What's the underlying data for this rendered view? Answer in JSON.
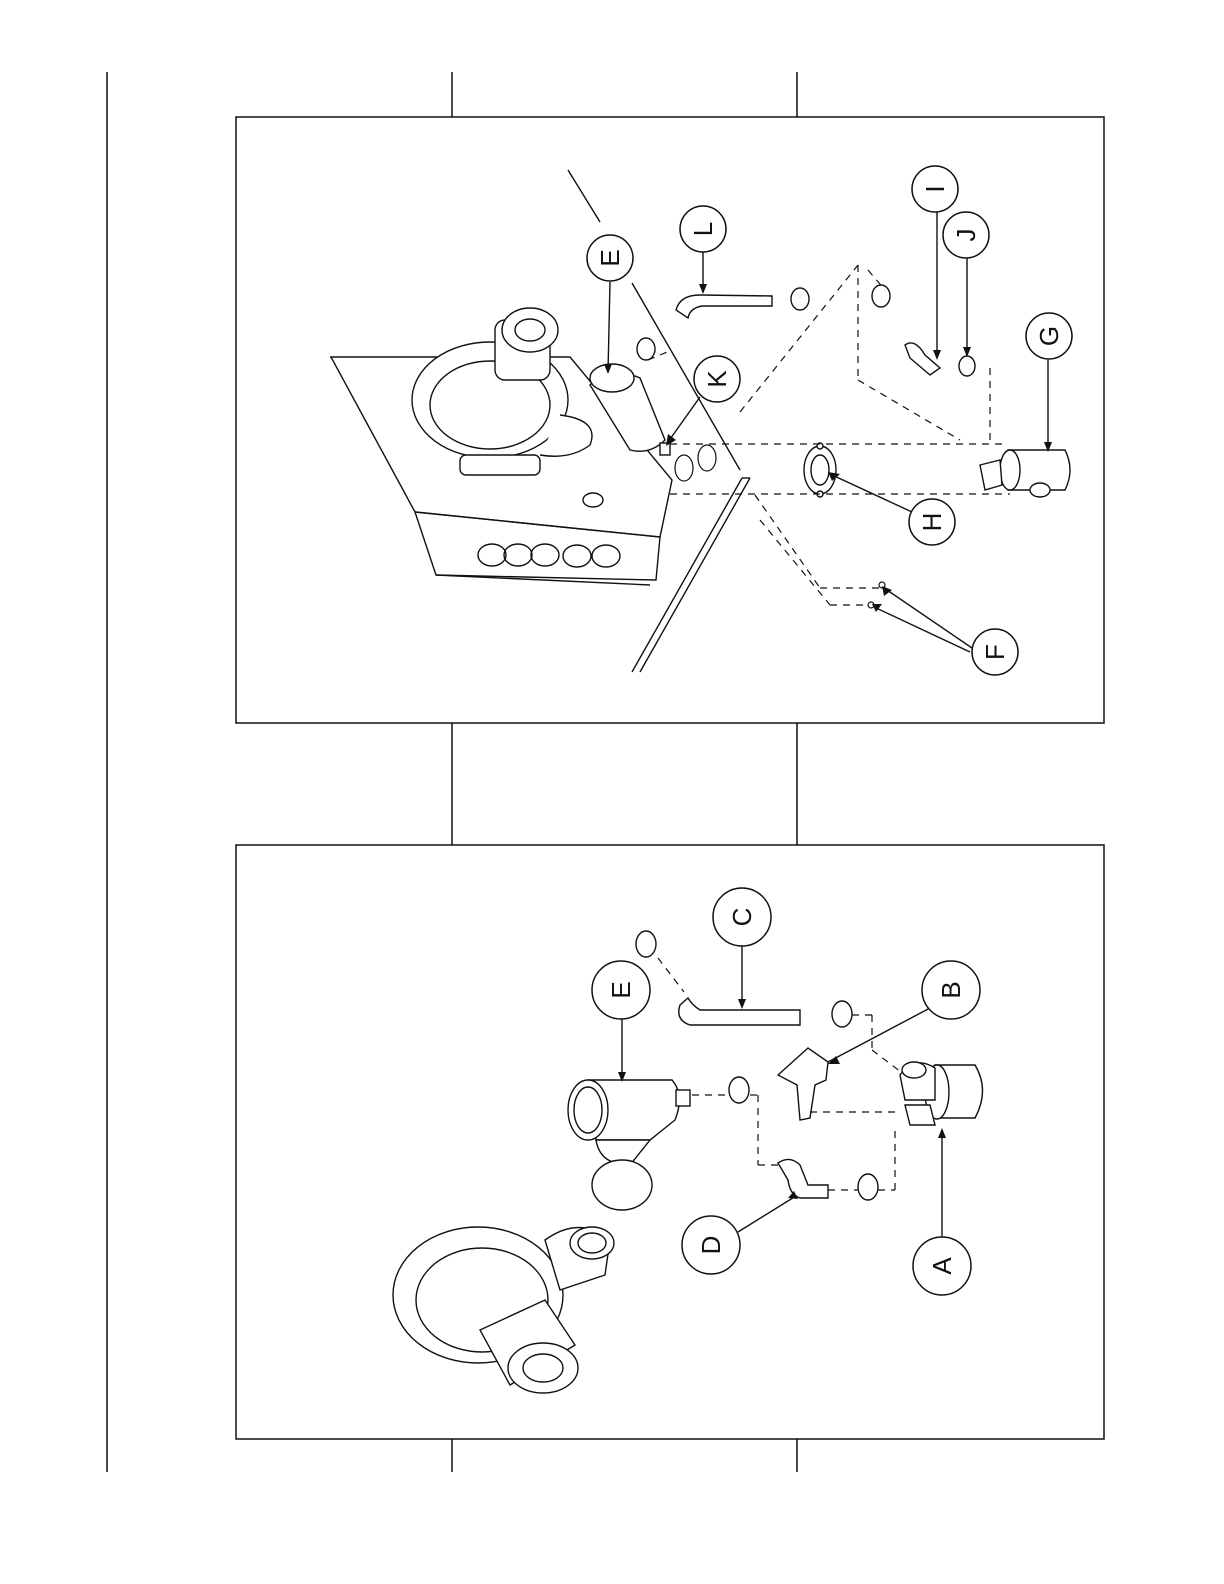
{
  "top_figure": {
    "callouts": [
      {
        "id": "callout-L",
        "letter": "L"
      },
      {
        "id": "callout-E-top",
        "letter": "E"
      },
      {
        "id": "callout-I",
        "letter": "I"
      },
      {
        "id": "callout-J",
        "letter": "J"
      },
      {
        "id": "callout-G",
        "letter": "G"
      },
      {
        "id": "callout-K",
        "letter": "K"
      },
      {
        "id": "callout-H",
        "letter": "H"
      },
      {
        "id": "callout-F",
        "letter": "F"
      }
    ]
  },
  "bottom_figure": {
    "callouts": [
      {
        "id": "callout-C",
        "letter": "C"
      },
      {
        "id": "callout-E-bottom",
        "letter": "E"
      },
      {
        "id": "callout-B",
        "letter": "B"
      },
      {
        "id": "callout-D",
        "letter": "D"
      },
      {
        "id": "callout-A",
        "letter": "A"
      }
    ]
  },
  "colors": {
    "ink": "#111111",
    "panel_fill": "#ffffff"
  }
}
